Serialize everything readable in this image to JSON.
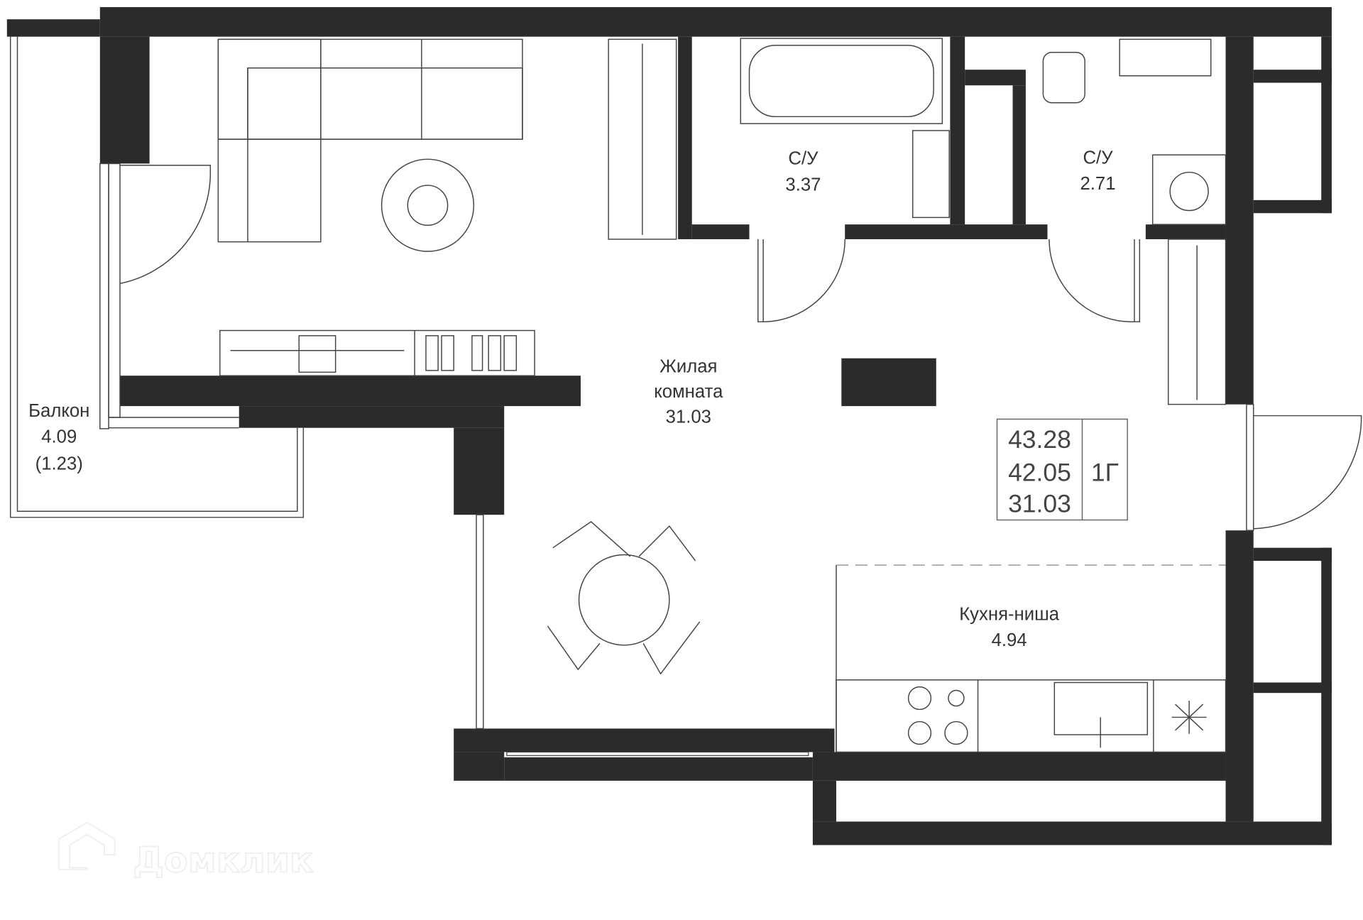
{
  "rooms": {
    "living": {
      "name_line1": "Жилая",
      "name_line2": "комната",
      "area": "31.03"
    },
    "bath1": {
      "name": "С/У",
      "area": "3.37"
    },
    "bath2": {
      "name": "С/У",
      "area": "2.71"
    },
    "balcony": {
      "name": "Балкон",
      "area": "4.09",
      "reduced_area": "(1.23)"
    },
    "kitchen": {
      "name": "Кухня-ниша",
      "area": "4.94"
    }
  },
  "summary": {
    "total_area": "43.28",
    "area_without_balcony": "42.05",
    "living_area": "31.03",
    "type": "1Г"
  },
  "watermark": "Домклик",
  "colors": {
    "wall": "#2b2b2b",
    "line": "#444444"
  }
}
